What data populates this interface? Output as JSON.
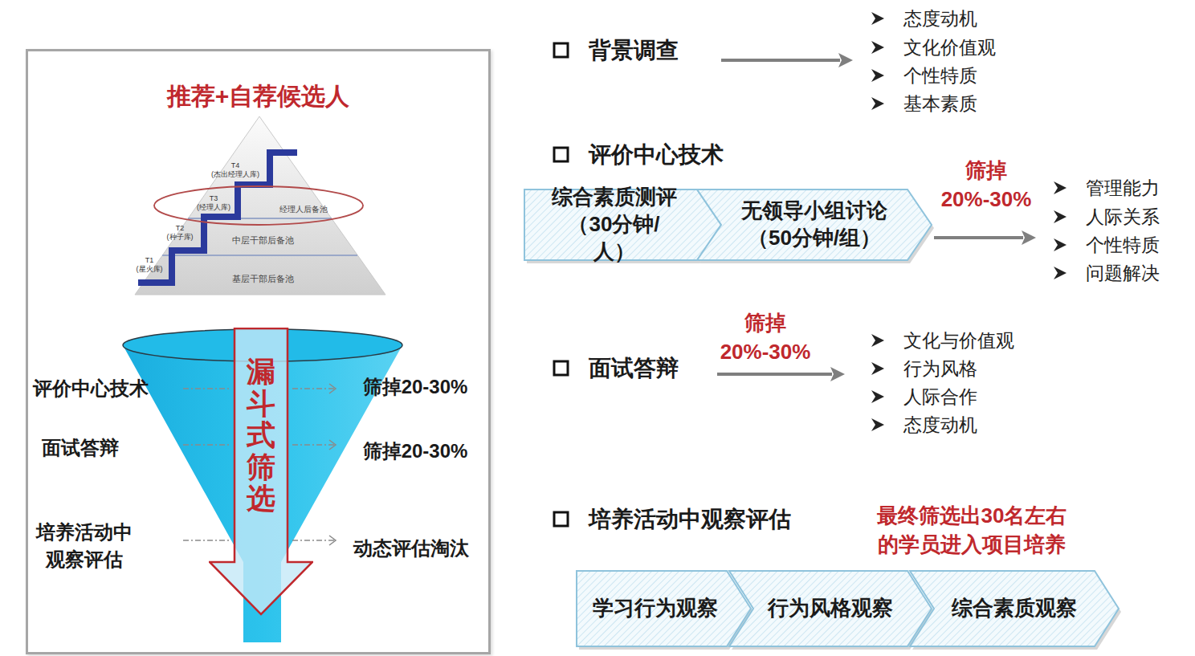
{
  "diagram": {
    "nodes": [
      {
        "text": [
          "推荐+自荐候选人"
        ]
      },
      {
        "text": [
          "经理人后备池"
        ],
        "in": 0
      },
      {
        "text": [
          "中层干部后备池"
        ],
        "in": 0
      },
      {
        "text": [
          "基层干部后备池"
        ],
        "in": 0
      },
      {
        "text": [
          "漏斗式筛选"
        ],
        "in": 0
      },
      {
        "text": [
          "综合素质测评 （30分钟/人）"
        ]
      },
      {
        "text": [
          "无领导小组讨论 （50分钟/组）"
        ]
      },
      {
        "text": [
          "学习行为观察"
        ]
      },
      {
        "text": [
          "行为风格观察"
        ]
      },
      {
        "text": [
          "综合素质观察"
        ]
      }
    ],
    "labels": [
      "T4 (杰出经理人库)",
      "T3 (经理人库)",
      "T2 (种子库)",
      "T1 (星火库)",
      "评价中心技术",
      "筛掉20-30%",
      "面试答辩",
      "筛掉20-30%",
      "培养活动中 观察评估",
      "动态评估淘汰",
      "背景调查",
      "态度动机",
      "文化价值观",
      "个性特质",
      "基本素质",
      "评价中心技术",
      "筛掉 20%-30%",
      "管理能力",
      "人际关系",
      "个性特质",
      "问题解决",
      "面试答辩",
      "筛掉 20%-30%",
      "文化与价值观",
      "行为风格",
      "人际合作",
      "态度动机",
      "培养活动中观察评估",
      "最终筛选出30名左右 的学员进入项目培养"
    ]
  }
}
